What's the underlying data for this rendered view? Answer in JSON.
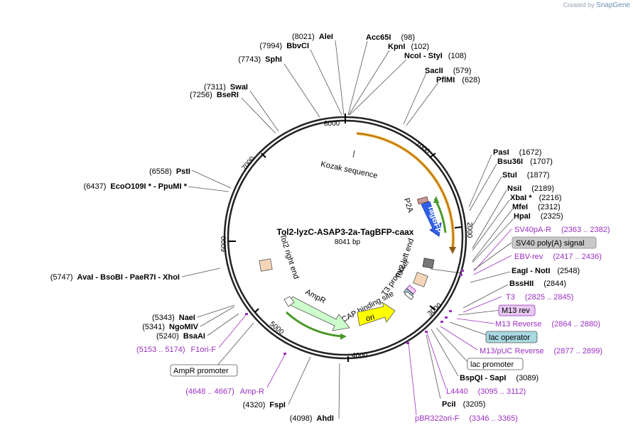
{
  "brand": {
    "created_by": "Created by",
    "name": "SnapGene"
  },
  "plasmid": {
    "name": "Tol2-lyzC-ASAP3-2a-TagBFP-caax",
    "length": "8041 bp"
  },
  "ticks": [
    "1000",
    "2000",
    "3000",
    "4000",
    "5000",
    "6000",
    "7000",
    "8000"
  ],
  "features": {
    "tagbfp": "TagBFP",
    "p2a": "P2A",
    "kozak": "Kozak sequence",
    "tol2_left": "Tol2 left end",
    "tol2_right": "Tol2 right end",
    "t3_promoter": "T3 promoter",
    "cap_site": "CAP binding site",
    "ori": "ori",
    "ampr": "AmpR"
  },
  "sites_left": [
    {
      "pos": "(8021)",
      "name": "AleI"
    },
    {
      "pos": "(7994)",
      "name": "BbvCI"
    },
    {
      "pos": "(7743)",
      "name": "SphI"
    },
    {
      "pos": "(7311)",
      "name": "SwaI"
    },
    {
      "pos": "(7256)",
      "name": "BseRI"
    },
    {
      "pos": "(6558)",
      "name": "PstI"
    },
    {
      "pos": "(6437)",
      "name": "EcoO109I *  - PpuMI *"
    },
    {
      "pos": "(5747)",
      "name": "AvaI   - BsoBI   - PaeR7I   - XhoI"
    },
    {
      "pos": "(5343)",
      "name": "NaeI"
    },
    {
      "pos": "(5341)",
      "name": "NgoMIV"
    },
    {
      "pos": "(5240)",
      "name": "BsaAI"
    },
    {
      "pos": "(4320)",
      "name": "FspI"
    },
    {
      "pos": "(4098)",
      "name": "AhdI"
    }
  ],
  "sites_right": [
    {
      "name": "Acc65I",
      "pos": "(98)"
    },
    {
      "name": "KpnI",
      "pos": "(102)"
    },
    {
      "name": "NcoI  - StyI",
      "pos": "(108)"
    },
    {
      "name": "SacII",
      "pos": "(579)"
    },
    {
      "name": "PflMI",
      "pos": "(628)"
    },
    {
      "name": "PasI",
      "pos": "(1672)"
    },
    {
      "name": "Bsu36I",
      "pos": "(1707)"
    },
    {
      "name": "StuI",
      "pos": "(1877)"
    },
    {
      "name": "NsiI",
      "pos": "(2189)"
    },
    {
      "name": "XbaI *",
      "pos": "(2216)"
    },
    {
      "name": "MfeI",
      "pos": "(2312)"
    },
    {
      "name": "HpaI",
      "pos": "(2325)"
    },
    {
      "name": "EagI  - NotI",
      "pos": "(2548)"
    },
    {
      "name": "BssHII",
      "pos": "(2844)"
    },
    {
      "name": "BspQI  - SapI",
      "pos": "(3089)"
    },
    {
      "name": "PciI",
      "pos": "(3205)"
    }
  ],
  "feature_labels": [
    {
      "name": "SV40pA-R",
      "range": "(2363 .. 2382)"
    },
    {
      "name": "EBV-rev",
      "range": "(2417 .. 2436)"
    },
    {
      "name": "T3",
      "range": "(2825 .. 2845)"
    },
    {
      "name": "M13 Reverse",
      "range": "(2864 .. 2880)"
    },
    {
      "name": "M13/pUC Reverse",
      "range": "(2877 .. 2899)"
    },
    {
      "name": "L4440",
      "range": "(3095 .. 3112)"
    },
    {
      "name": "pBR322ori-F",
      "range": "(3346 .. 3365)"
    },
    {
      "name": "Amp-R",
      "range": "(4648 .. 4667)"
    },
    {
      "name": "F1ori-F",
      "range": "(5153 .. 5174)"
    }
  ],
  "boxes": {
    "sv40": "SV40 poly(A) signal",
    "m13rev": "M13 rev",
    "lacop": "lac operator",
    "lacprom": "lac promoter",
    "ampprom": "AmpR promoter"
  },
  "colors": {
    "backbone": "#222222",
    "purple": "#9b2fc1",
    "kozak_arc": "#f0a830",
    "green_arc": "#4a9a2a",
    "tagbfp": "#2f5fe8",
    "ori": "#ffff00",
    "ampr": "#ccffcc",
    "sv40_box": "#c8c8c8",
    "m13_box": "#e6c8f0",
    "lacop_box": "#a8d8e0"
  }
}
